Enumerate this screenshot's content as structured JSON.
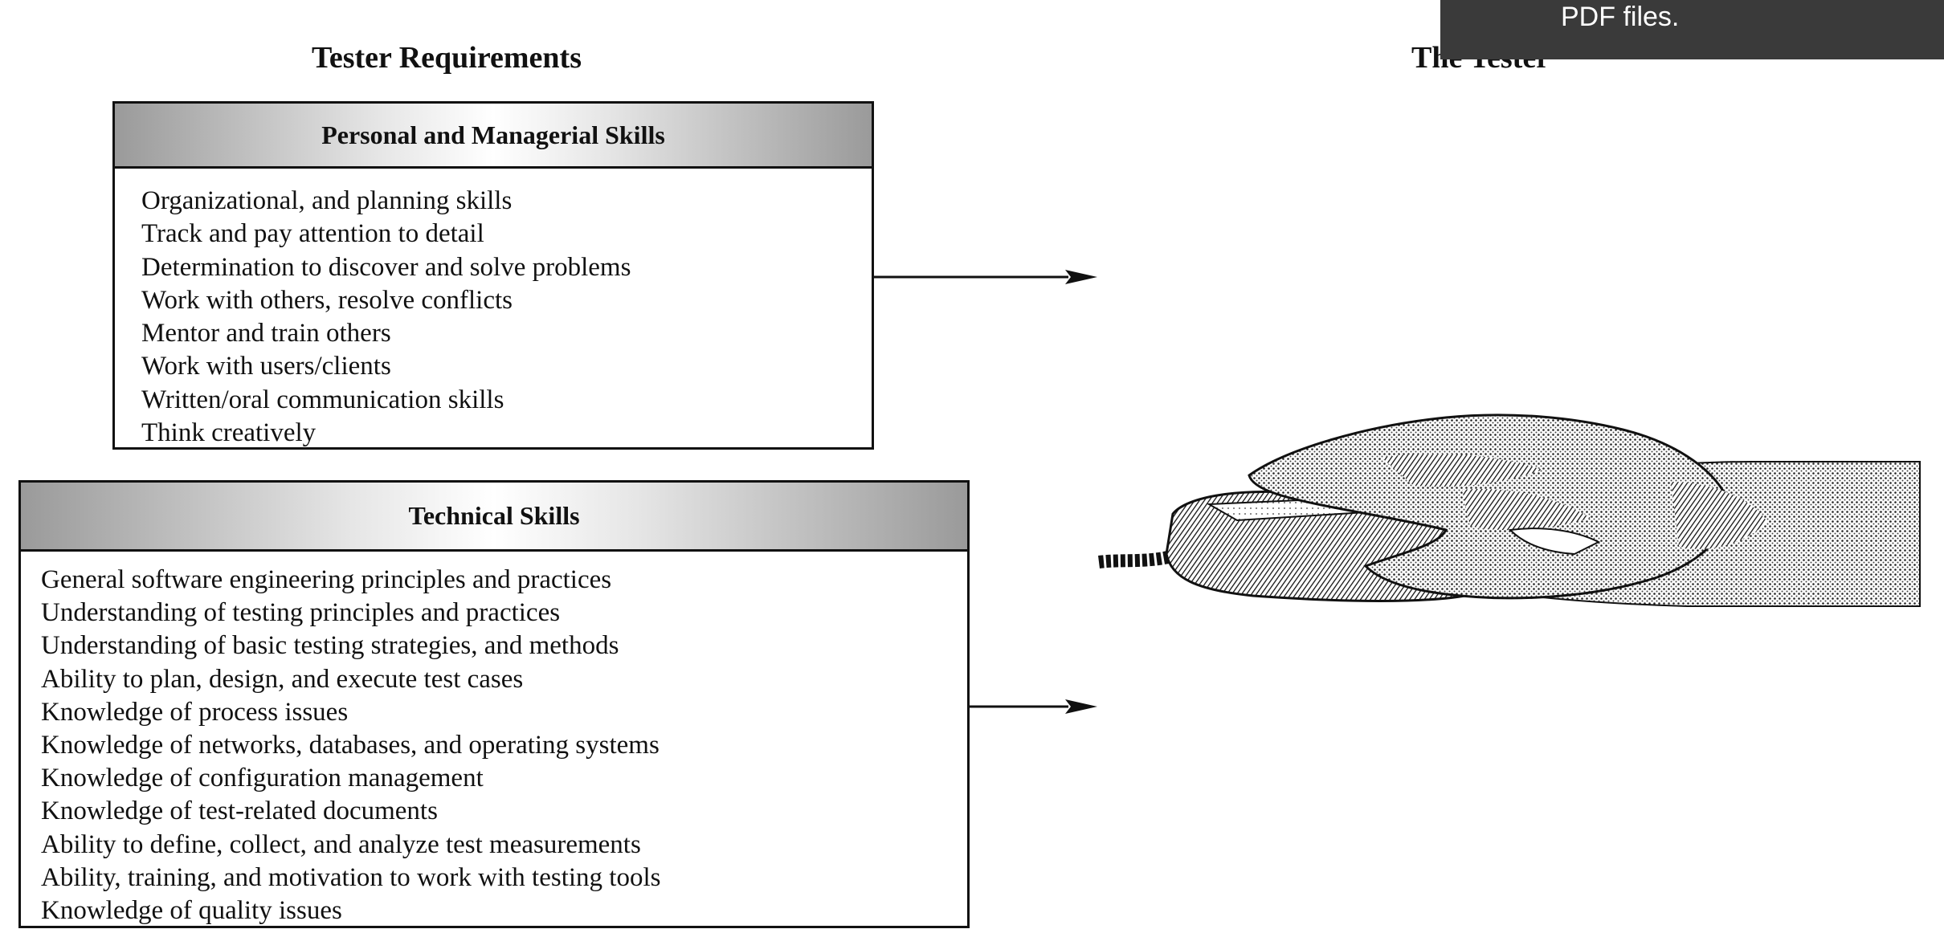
{
  "titles": {
    "left": "Tester Requirements",
    "right": "The Tester"
  },
  "personal_box": {
    "header": "Personal and Managerial Skills",
    "items": [
      "Organizational, and planning skills",
      "Track and pay attention to detail",
      "Determination to discover and solve problems",
      "Work with others, resolve conflicts",
      "Mentor and train others",
      "Work with users/clients",
      "Written/oral communication skills",
      "Think creatively"
    ]
  },
  "technical_box": {
    "header": "Technical Skills",
    "items": [
      "General software engineering principles and practices",
      "Understanding of testing principles and practices",
      "Understanding of basic testing strategies, and methods",
      "Ability to plan, design, and execute test cases",
      "Knowledge of process issues",
      "Knowledge of networks, databases, and operating systems",
      "Knowledge  of configuration management",
      "Knowledge of test-related documents",
      "Ability to define, collect, and analyze test measurements",
      "Ability, training, and motivation to work with testing tools",
      "Knowledge of quality issues"
    ]
  },
  "toast": {
    "text": "PDF files."
  },
  "illustration": {
    "subject": "hand-on-computer-mouse"
  }
}
